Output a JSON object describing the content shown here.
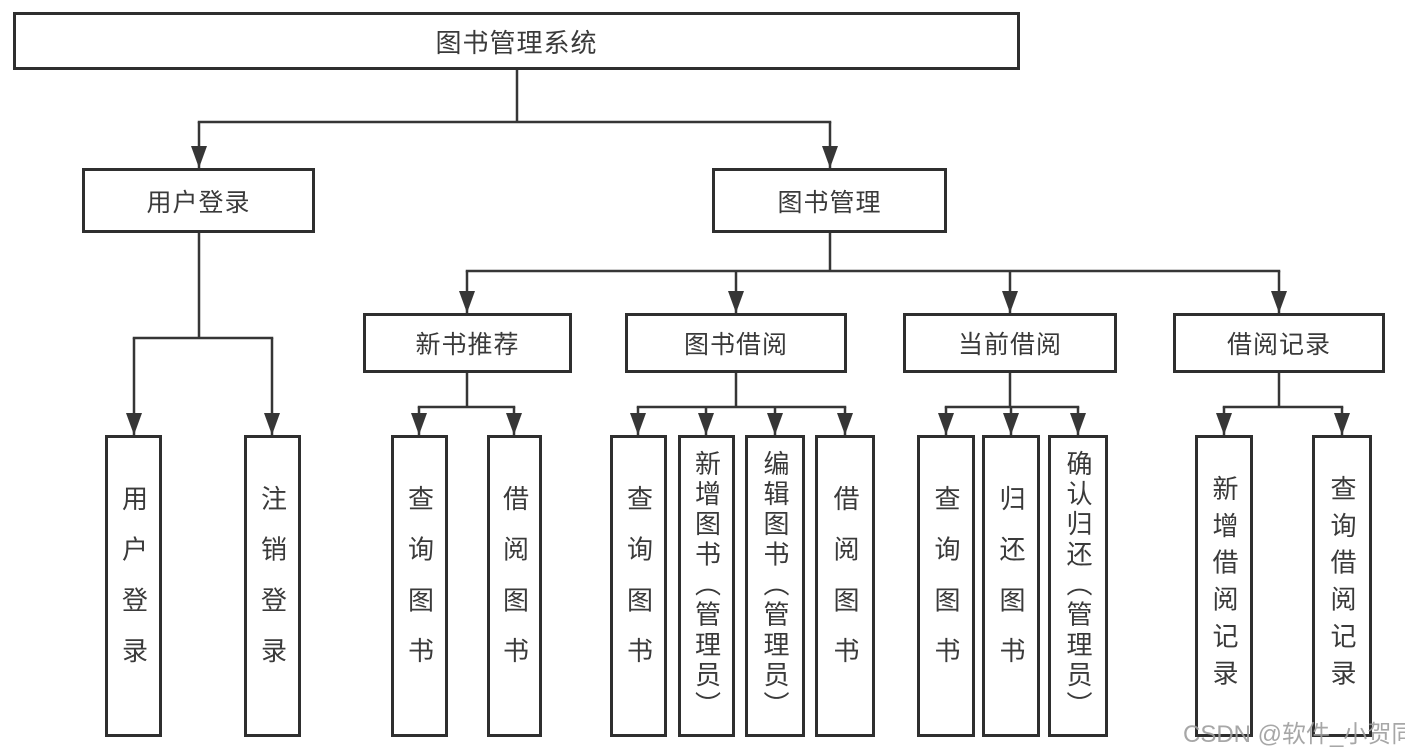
{
  "diagram": {
    "root": {
      "label": "图书管理系统"
    },
    "level2": [
      {
        "label": "用户登录",
        "leaves": [
          {
            "label": "用户登录"
          },
          {
            "label": "注销登录"
          }
        ]
      },
      {
        "label": "图书管理",
        "level3": [
          {
            "label": "新书推荐",
            "leaves": [
              {
                "label": "查询图书"
              },
              {
                "label": "借阅图书"
              }
            ]
          },
          {
            "label": "图书借阅",
            "leaves": [
              {
                "label": "查询图书"
              },
              {
                "label": "新增图书（管理员）"
              },
              {
                "label": "编辑图书（管理员）"
              },
              {
                "label": "借阅图书"
              }
            ]
          },
          {
            "label": "当前借阅",
            "leaves": [
              {
                "label": "查询图书"
              },
              {
                "label": "归还图书"
              },
              {
                "label": "确认归还（管理员）"
              }
            ]
          },
          {
            "label": "借阅记录",
            "leaves": [
              {
                "label": "新增借阅记录"
              },
              {
                "label": "查询借阅记录"
              }
            ]
          }
        ]
      }
    ]
  },
  "watermark": {
    "text": "CSDN @软件_小贺同学"
  },
  "colors": {
    "line": "#363636",
    "border": "#2f2f2f",
    "fill": "#ffffff",
    "text": "#3a3a3a",
    "watermark": "#9e9e9e",
    "background": "#ffffff"
  }
}
